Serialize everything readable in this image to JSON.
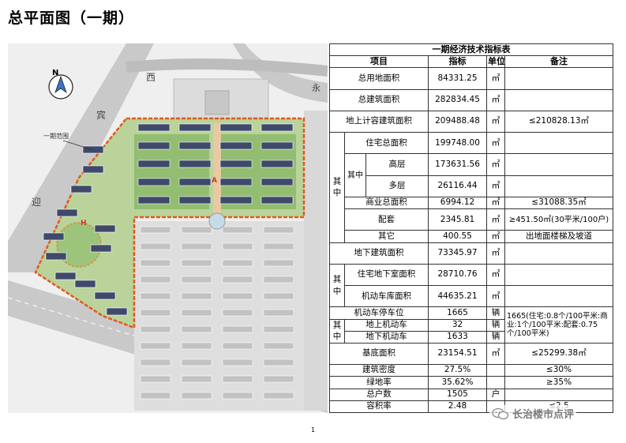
{
  "page": {
    "title": "总平面图（一期）",
    "page_number": "1",
    "watermark": "长治楼市点评"
  },
  "map": {
    "north_label": "N",
    "road_labels": [
      "西",
      "宾",
      "迎",
      "永"
    ],
    "scope_label": "一期范围",
    "block_labels": [
      "A",
      "H"
    ],
    "colors": {
      "road": "#b5b5b5",
      "green": "#8cb86a",
      "building": "#3f4a6b",
      "boundary": "#e05a1e",
      "future": "#d4d4d4"
    }
  },
  "table": {
    "caption": "一期经济技术指标表",
    "headers": [
      "项目",
      "指标",
      "单位",
      "备注"
    ],
    "group_labels": {
      "qizhong_a": "其中",
      "qizhong_sub": "其中",
      "qizhong_b": "其中",
      "qizhong_c": "其中"
    },
    "rows": {
      "total_land": {
        "name": "总用地面积",
        "value": "84331.25",
        "unit": "㎡",
        "note": ""
      },
      "total_build": {
        "name": "总建筑面积",
        "value": "282834.45",
        "unit": "㎡",
        "note": ""
      },
      "far_area": {
        "name": "地上计容建筑面积",
        "value": "209488.48",
        "unit": "㎡",
        "note": "≤210828.13㎡"
      },
      "residential": {
        "name": "住宅总面积",
        "value": "199748.00",
        "unit": "㎡",
        "note": ""
      },
      "highrise": {
        "name": "高层",
        "value": "173631.56",
        "unit": "㎡",
        "note": ""
      },
      "multistory": {
        "name": "多层",
        "value": "26116.44",
        "unit": "㎡",
        "note": ""
      },
      "commercial": {
        "name": "商业总面积",
        "value": "6994.12",
        "unit": "㎡",
        "note": "≤31088.35㎡"
      },
      "supporting": {
        "name": "配套",
        "value": "2345.81",
        "unit": "㎡",
        "note": "≥451.50㎡(30平米/100户)"
      },
      "other": {
        "name": "其它",
        "value": "400.55",
        "unit": "㎡",
        "note": "出地面楼梯及坡道"
      },
      "underground": {
        "name": "地下建筑面积",
        "value": "73345.97",
        "unit": "㎡",
        "note": ""
      },
      "res_basement": {
        "name": "住宅地下室面积",
        "value": "28710.76",
        "unit": "㎡",
        "note": ""
      },
      "garage": {
        "name": "机动车库面积",
        "value": "44635.21",
        "unit": "㎡",
        "note": ""
      },
      "parking": {
        "name": "机动车停车位",
        "value": "1665",
        "unit": "辆",
        "note": "1665(住宅:0.8个/100平米:商业:1个/100平米:配套:0.75个/100平米)"
      },
      "above_parking": {
        "name": "地上机动车",
        "value": "32",
        "unit": "辆"
      },
      "below_parking": {
        "name": "地下机动车",
        "value": "1633",
        "unit": "辆"
      },
      "base_area": {
        "name": "基底面积",
        "value": "23154.51",
        "unit": "㎡",
        "note": "≤25299.38㎡"
      },
      "density": {
        "name": "建筑密度",
        "value": "27.5%",
        "unit": "",
        "note": "≤30%"
      },
      "green_ratio": {
        "name": "绿地率",
        "value": "35.62%",
        "unit": "",
        "note": "≥35%"
      },
      "households": {
        "name": "总户数",
        "value": "1505",
        "unit": "户",
        "note": ""
      },
      "plot_ratio": {
        "name": "容积率",
        "value": "2.48",
        "unit": "",
        "note": "≤2.5"
      }
    }
  }
}
